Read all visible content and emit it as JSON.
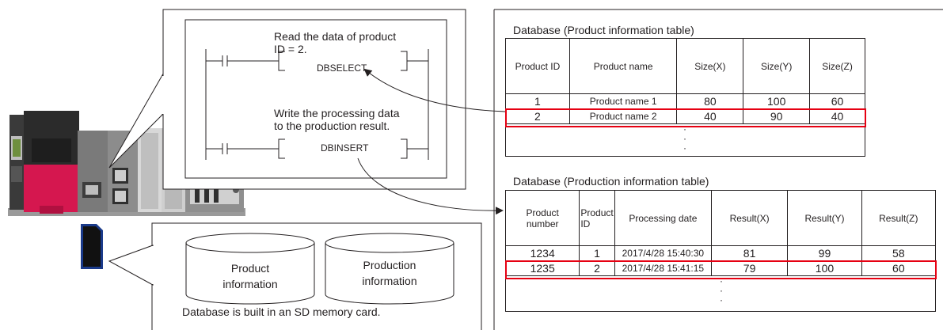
{
  "ladder": {
    "read_note": [
      "Read the data of product",
      "ID = 2."
    ],
    "select_instruction": "DBSELECT",
    "write_note": [
      "Write the processing data",
      "to the production result."
    ],
    "insert_instruction": "DBINSERT"
  },
  "sd_panel": {
    "cylinders": [
      [
        "Product",
        "information"
      ],
      [
        "Production",
        "information"
      ]
    ],
    "caption": "Database is built in an SD memory card."
  },
  "product_table": {
    "title": "Database (Product information table)",
    "headers": [
      "Product ID",
      "Product name",
      "Size(X)",
      "Size(Y)",
      "Size(Z)"
    ],
    "rows": [
      [
        "1",
        "Product name 1",
        "80",
        "100",
        "60"
      ],
      [
        "2",
        "Product name 2",
        "40",
        "90",
        "40"
      ]
    ],
    "ellipsis": "·",
    "highlight_color": "#e60012"
  },
  "production_table": {
    "title": "Database (Production information table)",
    "headers": [
      [
        "Product",
        "number"
      ],
      [
        "Product",
        "ID"
      ],
      [
        "Processing date"
      ],
      [
        "Result(X)"
      ],
      [
        "Result(Y)"
      ],
      [
        "Result(Z)"
      ]
    ],
    "rows": [
      [
        "1234",
        "1",
        "2017/4/28 15:40:30",
        "81",
        "99",
        "58"
      ],
      [
        "1235",
        "2",
        "2017/4/28 15:41:15",
        "79",
        "100",
        "60"
      ]
    ],
    "ellipsis": "·",
    "highlight_color": "#e60012"
  },
  "hardware": {
    "cpu_color": "#d5174f",
    "body_color": "#2b2b2b",
    "io_color": "#cfcfcf"
  }
}
